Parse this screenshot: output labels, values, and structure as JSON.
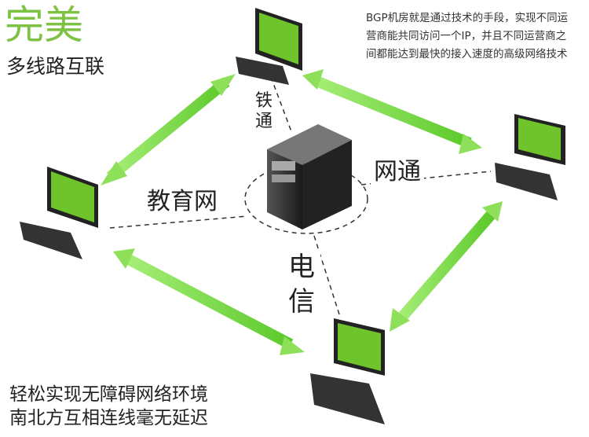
{
  "header": {
    "title": "完美",
    "subtitle": "多线路互联"
  },
  "description": [
    "BGP机房就是通过技术的手段，实现不同运",
    "营商能共同访问一个IP，并且不同运营商之",
    "间都能达到最快的接入速度的高级网络技术"
  ],
  "labels": {
    "education": "教育网",
    "netcom": "网通",
    "railcom": "铁通",
    "telecom": "电信"
  },
  "footer": [
    "轻松实现无障碍网络环境",
    "南北方互相连线毫无延迟"
  ],
  "colors": {
    "accent": "#7dc242",
    "arrow": "#8ee05a",
    "screen": "#6fc32b"
  }
}
